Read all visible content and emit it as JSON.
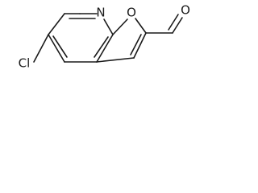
{
  "molecule": {
    "atoms": {
      "nitrogen": "N",
      "ring_oxygen": "O",
      "aldehyde_oxygen": "O",
      "chlorine": "Cl"
    },
    "colors": {
      "ink": "#1a1a1a",
      "background": "#ffffff"
    }
  }
}
